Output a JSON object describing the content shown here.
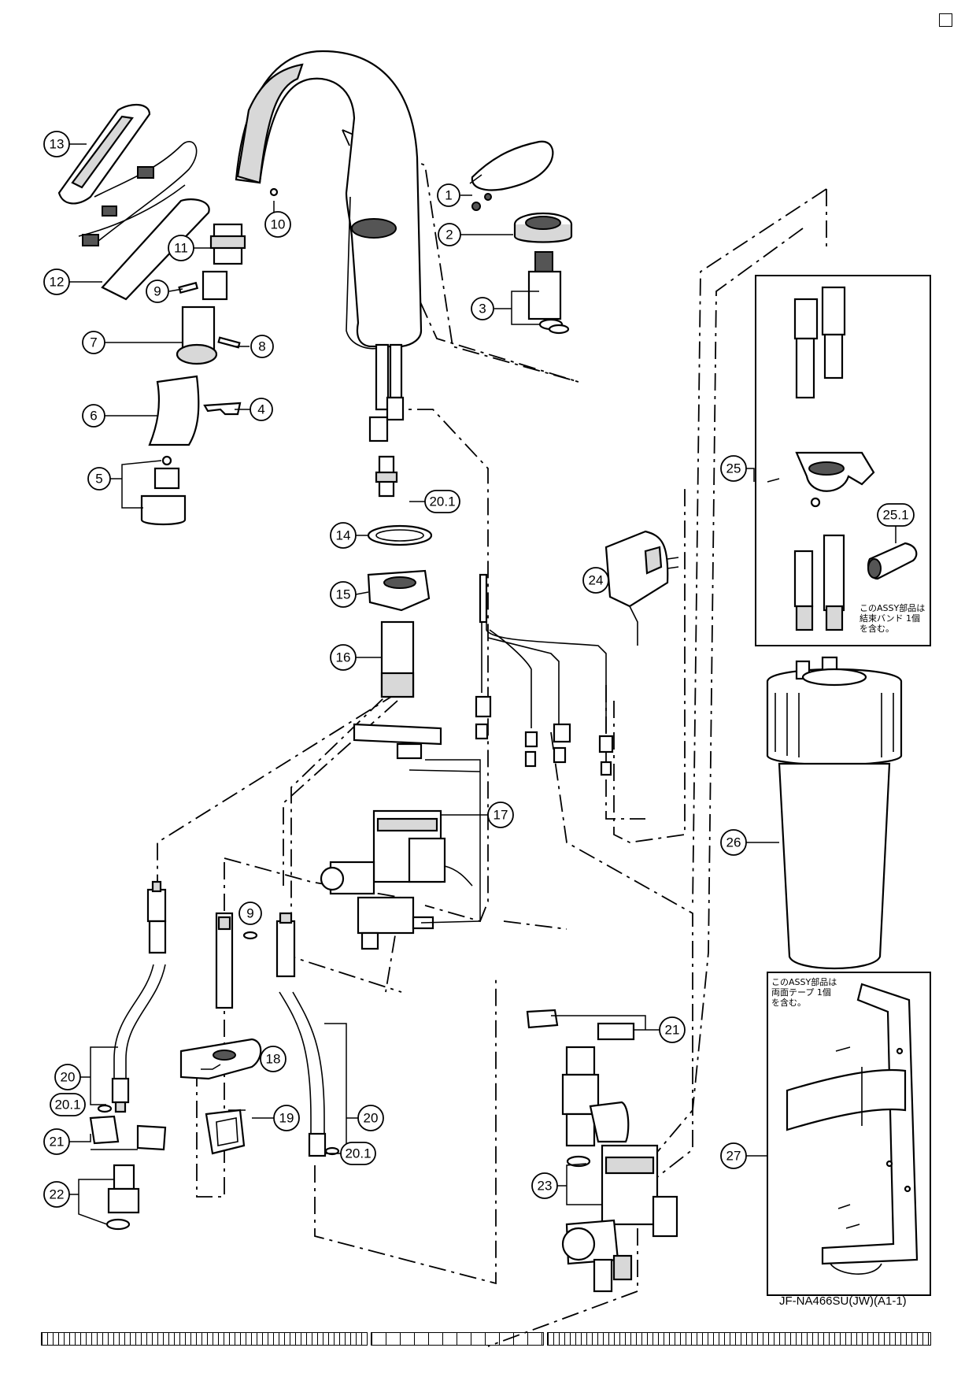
{
  "callouts": [
    {
      "id": "c1",
      "label": "1"
    },
    {
      "id": "c2",
      "label": "2"
    },
    {
      "id": "c3",
      "label": "3"
    },
    {
      "id": "c4",
      "label": "4"
    },
    {
      "id": "c5",
      "label": "5"
    },
    {
      "id": "c6",
      "label": "6"
    },
    {
      "id": "c7",
      "label": "7"
    },
    {
      "id": "c8",
      "label": "8"
    },
    {
      "id": "c9a",
      "label": "9"
    },
    {
      "id": "c10",
      "label": "10"
    },
    {
      "id": "c11",
      "label": "11"
    },
    {
      "id": "c12",
      "label": "12"
    },
    {
      "id": "c13",
      "label": "13"
    },
    {
      "id": "c14",
      "label": "14"
    },
    {
      "id": "c15",
      "label": "15"
    },
    {
      "id": "c16",
      "label": "16"
    },
    {
      "id": "c17",
      "label": "17"
    },
    {
      "id": "c18",
      "label": "18"
    },
    {
      "id": "c19",
      "label": "19"
    },
    {
      "id": "c20a",
      "label": "20"
    },
    {
      "id": "c20b",
      "label": "20"
    },
    {
      "id": "c201a",
      "label": "20.1"
    },
    {
      "id": "c201b",
      "label": "20.1"
    },
    {
      "id": "c201c",
      "label": "20.1"
    },
    {
      "id": "c21a",
      "label": "21"
    },
    {
      "id": "c21b",
      "label": "21"
    },
    {
      "id": "c22",
      "label": "22"
    },
    {
      "id": "c23",
      "label": "23"
    },
    {
      "id": "c24",
      "label": "24"
    },
    {
      "id": "c25",
      "label": "25"
    },
    {
      "id": "c251",
      "label": "25.1"
    },
    {
      "id": "c26",
      "label": "26"
    },
    {
      "id": "c27",
      "label": "27"
    },
    {
      "id": "c9b",
      "label": "9"
    }
  ],
  "notes": {
    "assy25": "このASSY部品は\n結束バンド 1個\nを含む。",
    "assy27": "このASSY部品は\n両面テープ 1個\nを含む。"
  },
  "model_code": "JF-NA466SU(JW)(A1-1)"
}
